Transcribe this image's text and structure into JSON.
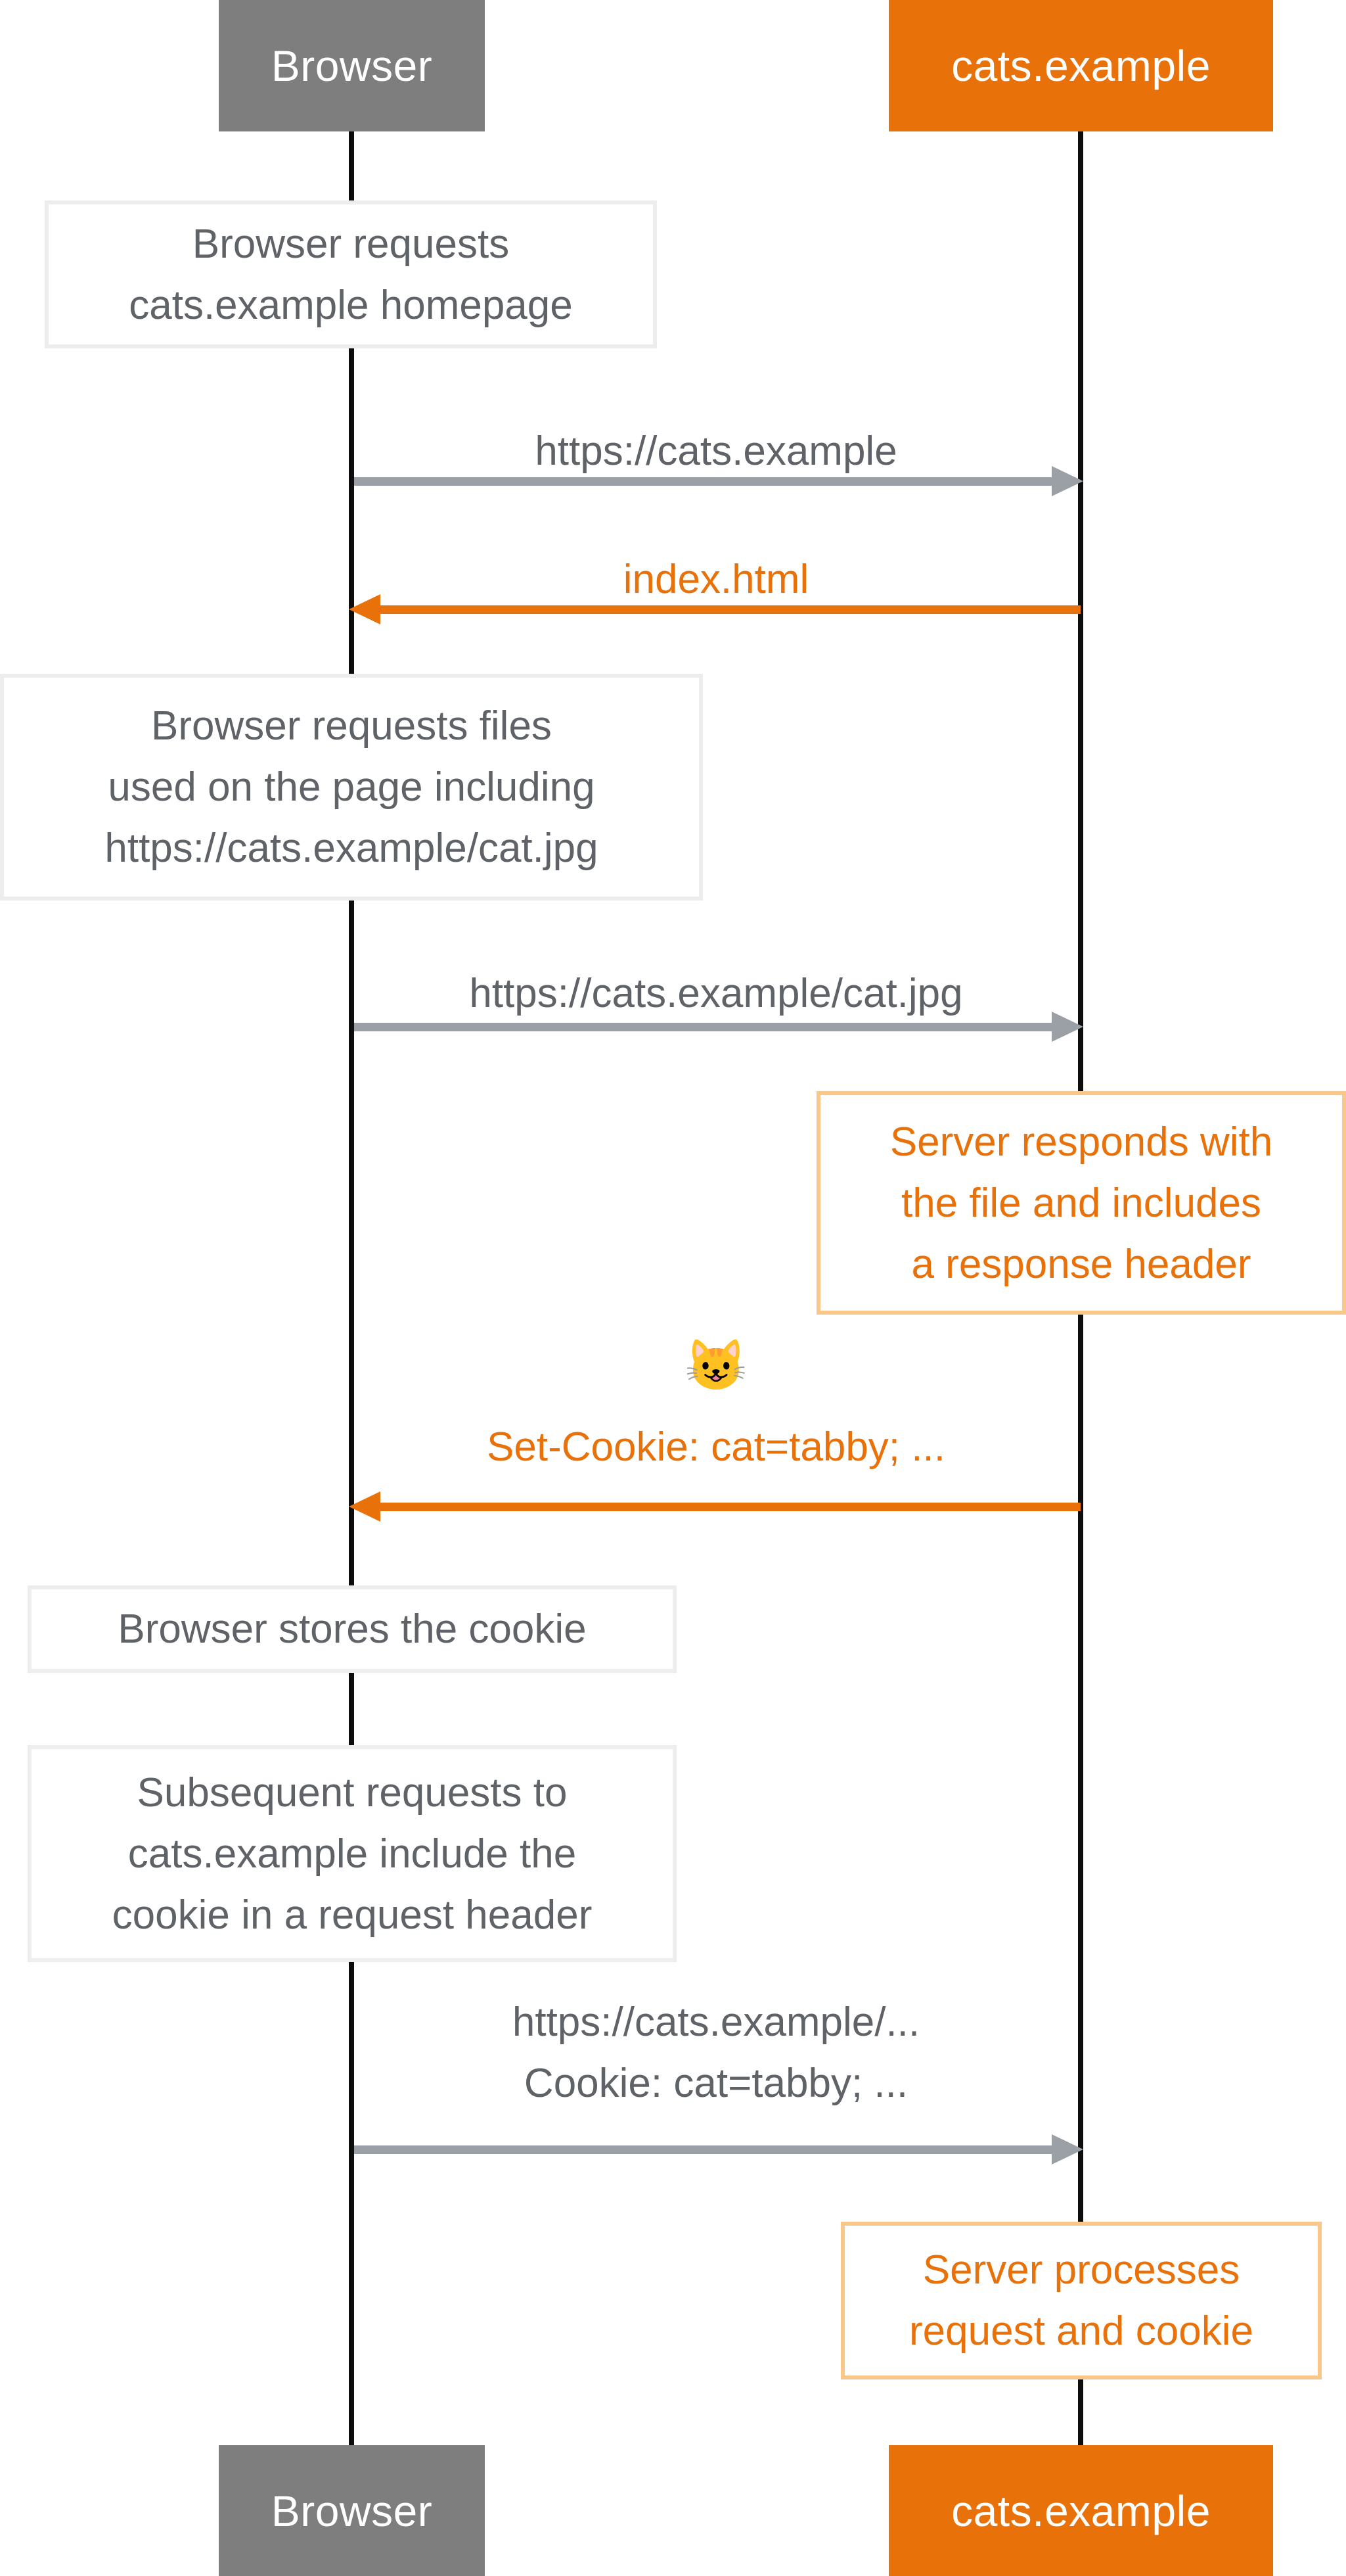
{
  "participants": {
    "browser": {
      "label": "Browser",
      "color": "#7e7e7e"
    },
    "server": {
      "label": "cats.example",
      "color": "#e8710a"
    }
  },
  "notes": {
    "request_homepage": "Browser requests\ncats.example homepage",
    "request_files": "Browser requests files\nused on the page including\nhttps://cats.example/cat.jpg",
    "server_responds": "Server responds with\nthe file and includes\na response header",
    "stores_cookie": "Browser stores the cookie",
    "subsequent_requests": "Subsequent requests to\ncats.example include the\ncookie in a request header",
    "server_processes": "Server processes\nrequest and cookie"
  },
  "messages": {
    "get_homepage": "https://cats.example",
    "index_html": "index.html",
    "get_cat_jpg": "https://cats.example/cat.jpg",
    "set_cookie": "Set-Cookie: cat=tabby; ...",
    "request_with_cookie": "https://cats.example/...\nCookie: cat=tabby; ..."
  },
  "icons": {
    "cat_emoji": "😺"
  },
  "colors": {
    "orange": "#e8710a",
    "gray_header": "#7e7e7e",
    "note_text_gray": "#5f6368",
    "arrow_gray": "#9aa0a6",
    "note_border_gray": "#ededed",
    "note_border_orange": "#f9c78a",
    "lifeline_black": "#0d0d0d"
  }
}
